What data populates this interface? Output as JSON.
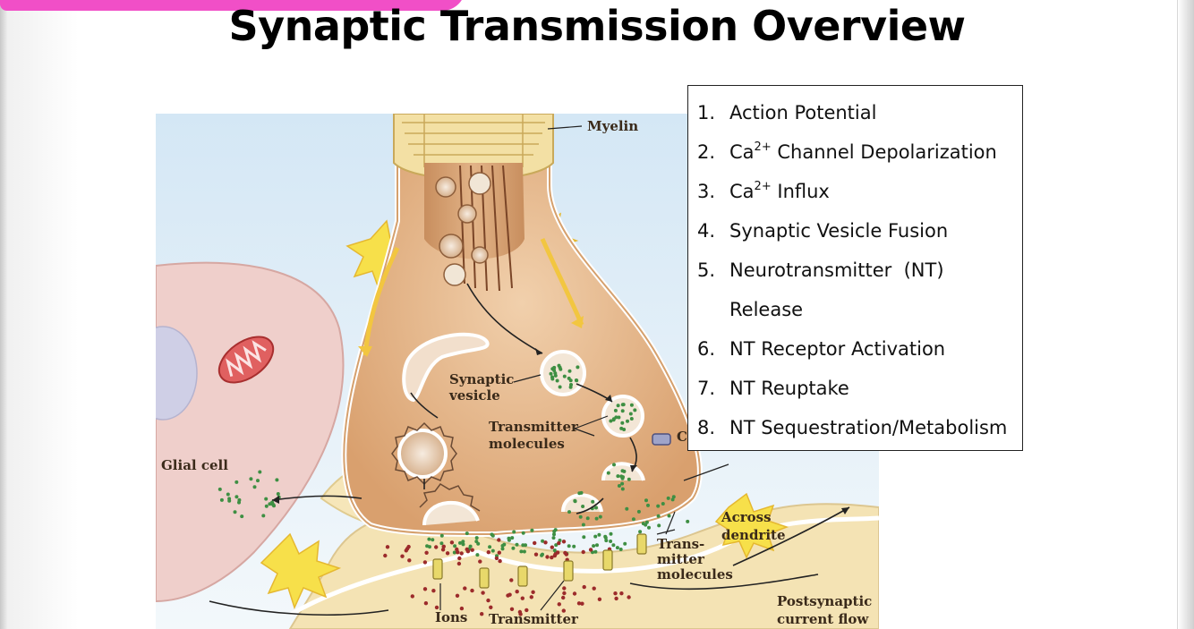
{
  "title": "Synaptic Transmission Overview",
  "steps": [
    {
      "num": "1.",
      "text": "Action Potential"
    },
    {
      "num": "2.",
      "pre": "Ca",
      "sup": "2+",
      "post": " Channel Depolarization"
    },
    {
      "num": "3.",
      "pre": "Ca",
      "sup": "2+",
      "post": " Influx"
    },
    {
      "num": "4.",
      "text": "Synaptic Vesicle Fusion"
    },
    {
      "num": "5.",
      "text": "Neurotransmitter  (NT)"
    },
    {
      "num": "",
      "text": "Release"
    },
    {
      "num": "6.",
      "text": "NT Receptor Activation"
    },
    {
      "num": "7.",
      "text": "NT Reuptake"
    },
    {
      "num": "8.",
      "text": "NT Sequestration/Metabolism"
    }
  ],
  "figure_labels": {
    "myelin": "Myelin",
    "synaptic_vesicle_1": "Synaptic",
    "synaptic_vesicle_2": "vesicle",
    "transmitter_molecules_1": "Transmitter",
    "transmitter_molecules_2": "molecules",
    "glial_cell": "Glial cell",
    "across_dendrite_1": "Across",
    "across_dendrite_2": "dendrite",
    "trans_mitter_1": "Trans-",
    "trans_mitter_2": "mitter",
    "trans_mitter_3": "molecules",
    "postsynaptic_1": "Postsynaptic",
    "postsynaptic_2": "current flow",
    "ions": "Ions",
    "transmitter": "Transmitter",
    "partial_c": "C"
  },
  "colors": {
    "accent_pink": "#f14fc7",
    "background_sky": "#dfeef8",
    "glial": "#f1d3cf",
    "terminal": "#e7b98a",
    "membrane_yellow": "#f3e2a8",
    "dot_green": "#3e8f43",
    "dot_red": "#9c2b2b"
  }
}
